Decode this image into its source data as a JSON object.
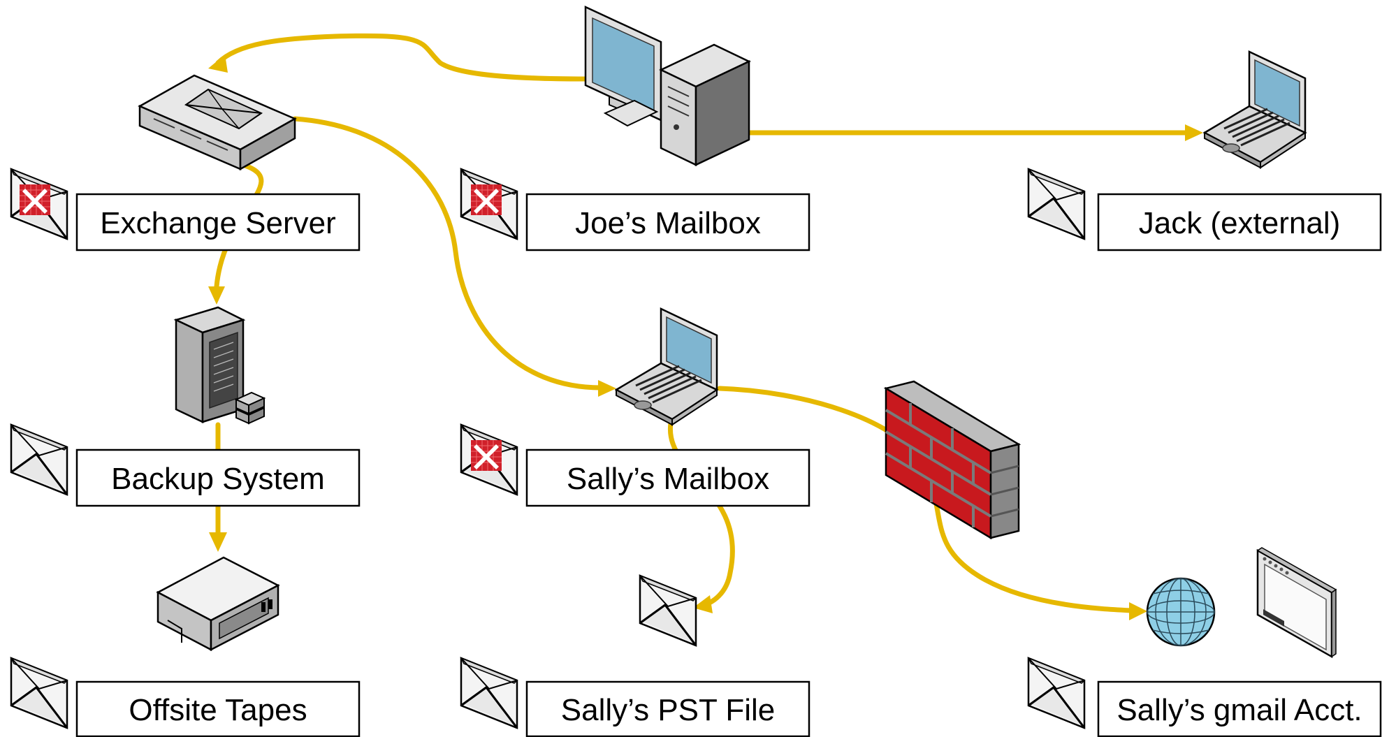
{
  "colors": {
    "flow": "#E6B800",
    "deleted_mark": "#D0202A",
    "screen": "#7FB5D0",
    "brick": "#C8191E",
    "globe": "#8ECFE6"
  },
  "icons": {
    "envelope": "envelope-icon",
    "deleted_envelope": "deleted-envelope-icon",
    "server": "rack-server-icon",
    "desktop": "desktop-computer-icon",
    "laptop": "laptop-icon",
    "backup": "backup-tower-icon",
    "tape": "tape-drive-icon",
    "firewall": "firewall-icon",
    "globe": "globe-icon",
    "browser": "browser-window-icon"
  },
  "nodes": {
    "exchange": {
      "label": "Exchange Server",
      "deleted": true
    },
    "joe": {
      "label": "Joe’s Mailbox",
      "deleted": true
    },
    "jack": {
      "label": "Jack (external)",
      "deleted": false
    },
    "backup": {
      "label": "Backup System",
      "deleted": false
    },
    "sally": {
      "label": "Sally’s Mailbox",
      "deleted": true
    },
    "tapes": {
      "label": "Offsite Tapes",
      "deleted": false
    },
    "pst": {
      "label": "Sally’s PST File",
      "deleted": false
    },
    "gmail": {
      "label": "Sally’s gmail Acct.",
      "deleted": false
    }
  }
}
